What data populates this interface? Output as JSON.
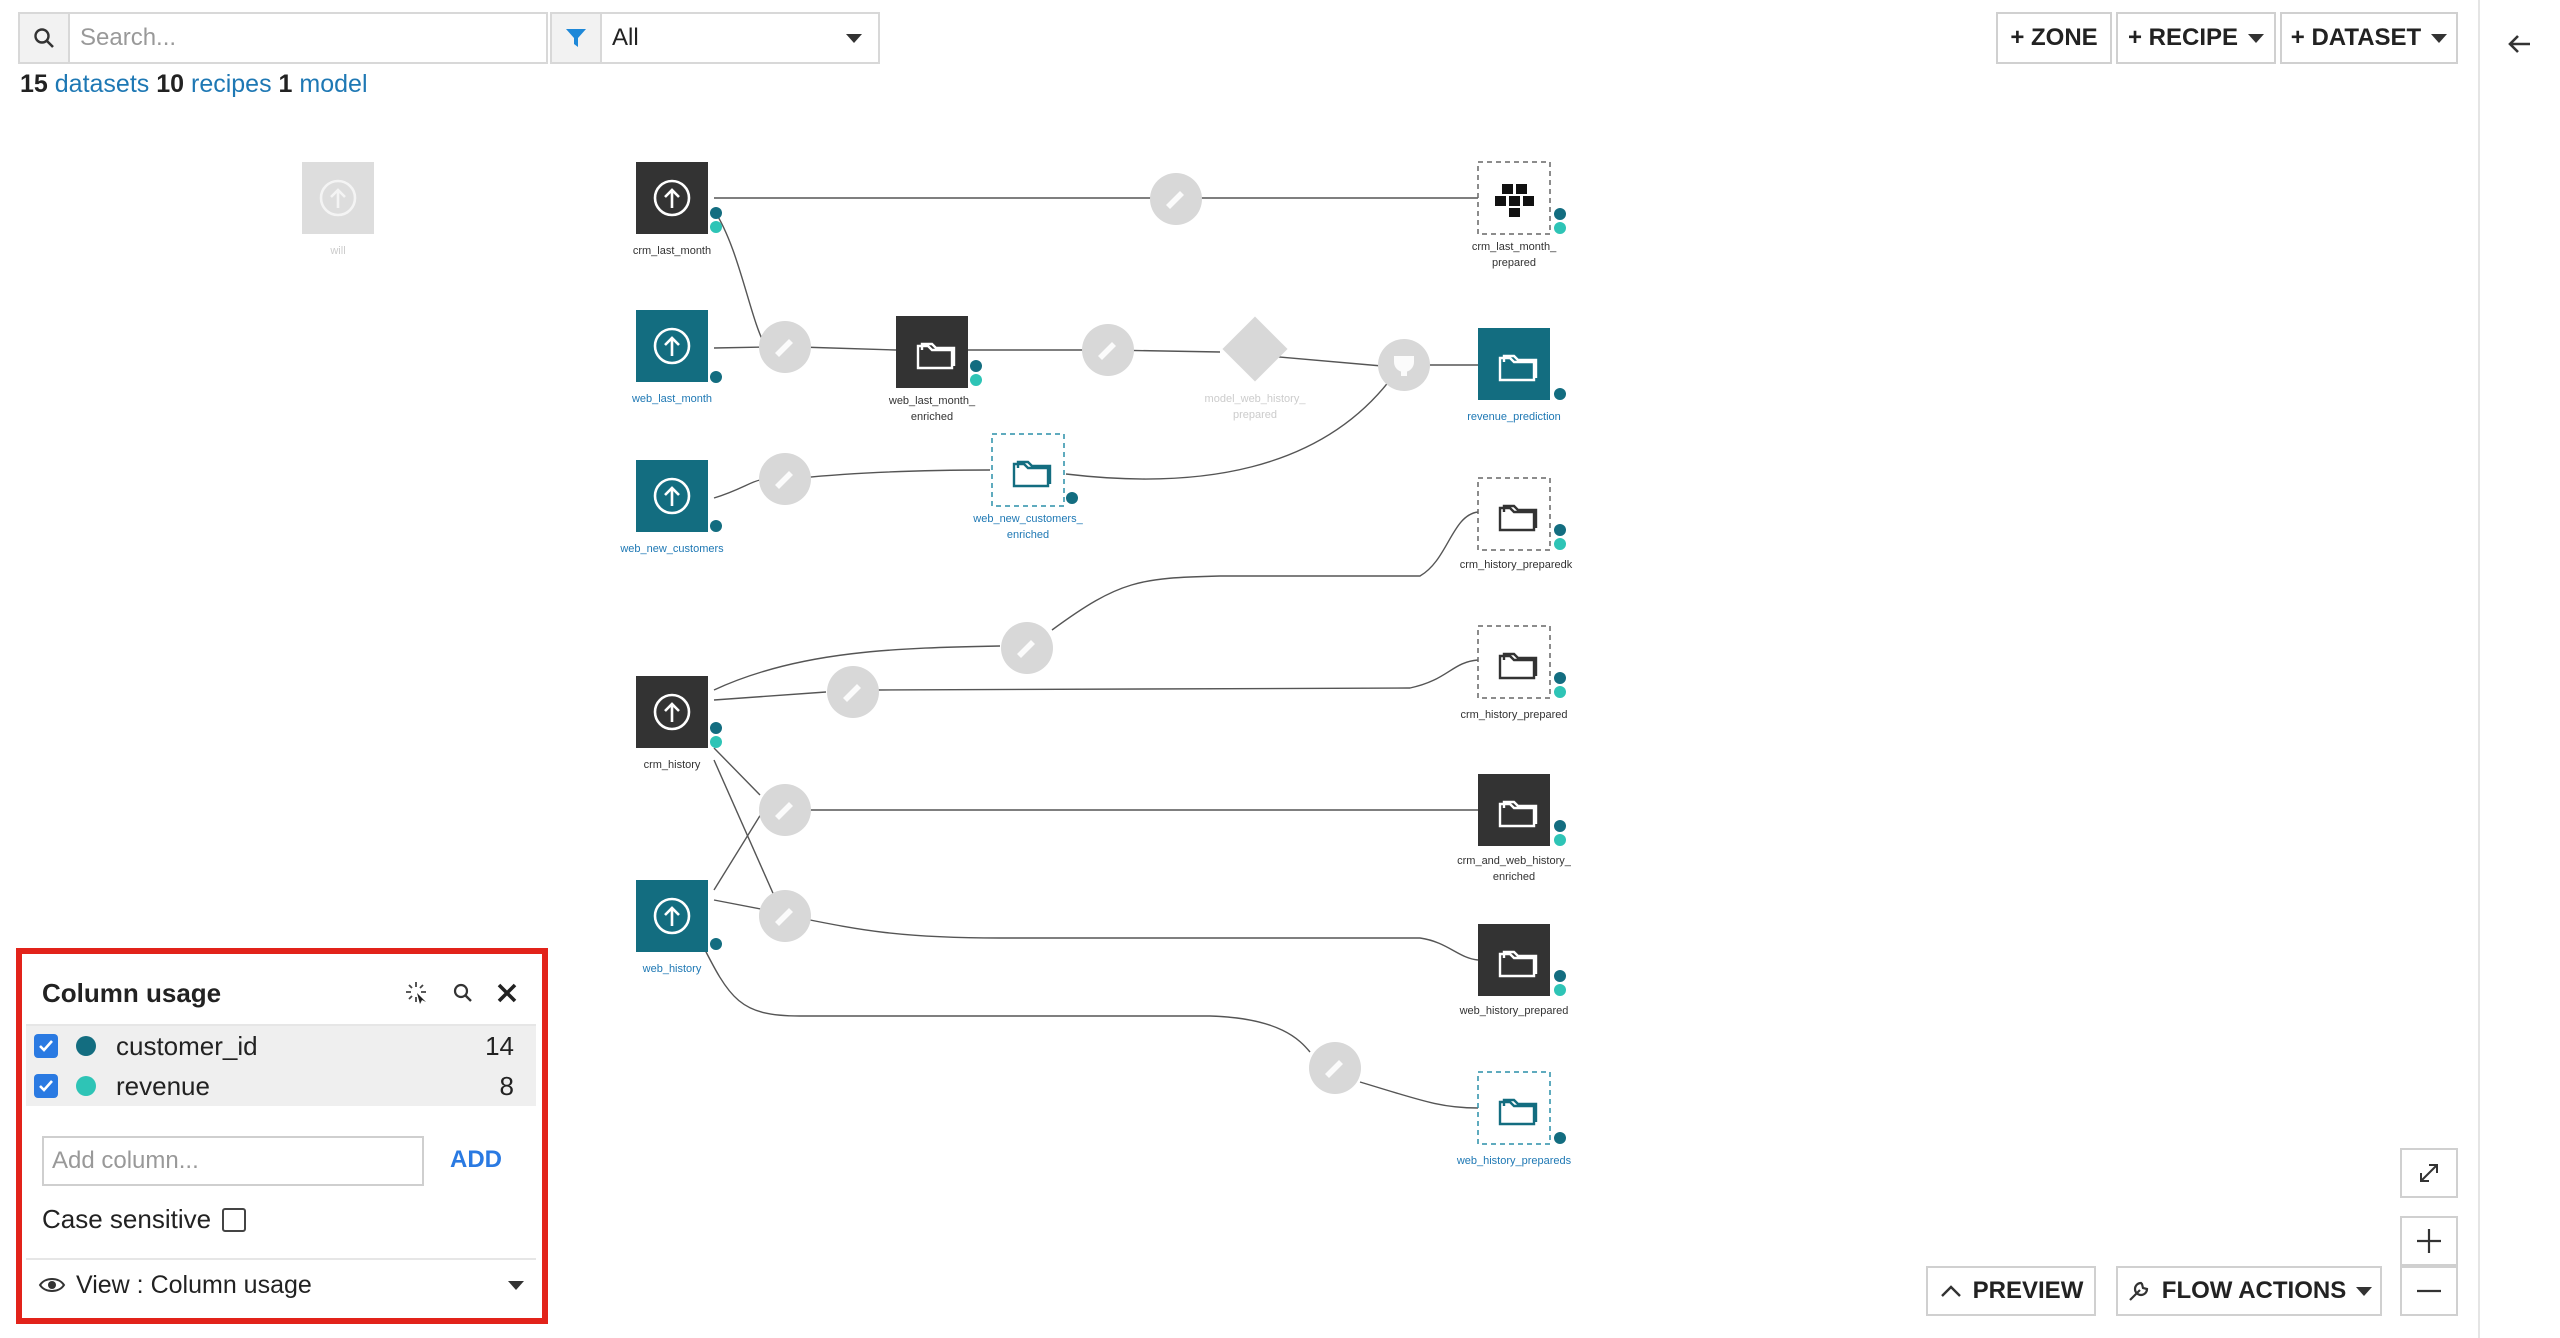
{
  "search": {
    "placeholder": "Search..."
  },
  "filter": {
    "value": "All"
  },
  "counts": {
    "datasets_num": "15",
    "datasets_label": "datasets",
    "recipes_num": "10",
    "recipes_label": "recipes",
    "models_num": "1",
    "models_label": "model"
  },
  "toolbar": {
    "zone": "+ ZONE",
    "recipe": "+ RECIPE",
    "dataset": "+ DATASET"
  },
  "bottom": {
    "preview": "PREVIEW",
    "flow_actions": "FLOW ACTIONS"
  },
  "flow": {
    "nodes": {
      "will": "will",
      "crm_last_month": "crm_last_month",
      "crm_last_month_prepared_1": "crm_last_month_",
      "crm_last_month_prepared_2": "prepared",
      "web_last_month": "web_last_month",
      "web_last_month_enriched_1": "web_last_month_",
      "web_last_month_enriched_2": "enriched",
      "model_web_history_prepared_1": "model_web_history_",
      "model_web_history_prepared_2": "prepared",
      "revenue_prediction": "revenue_prediction",
      "web_new_customers": "web_new_customers",
      "web_new_customers_enriched_1": "web_new_customers_",
      "web_new_customers_enriched_2": "enriched",
      "crm_history_preparedk": "crm_history_preparedk",
      "crm_history_prepared": "crm_history_prepared",
      "crm_history": "crm_history",
      "crm_and_web_history_enriched_1": "crm_and_web_history_",
      "crm_and_web_history_enriched_2": "enriched",
      "web_history": "web_history",
      "web_history_prepared": "web_history_prepared",
      "web_history_prepareds": "web_history_prepareds"
    }
  },
  "column_panel": {
    "title": "Column usage",
    "columns": [
      {
        "name": "customer_id",
        "count": "14",
        "color": "#136d80",
        "checked": true
      },
      {
        "name": "revenue",
        "count": "8",
        "color": "#2ec4b6",
        "checked": true
      }
    ],
    "add_placeholder": "Add column...",
    "add_button": "ADD",
    "case_sensitive_label": "Case sensitive",
    "view_label": "View : Column usage"
  },
  "colors": {
    "teal": "#136d80",
    "aqua": "#2ec4b6",
    "dark_node": "#333333",
    "link": "#1e78b4",
    "highlight": "#e2231a"
  }
}
